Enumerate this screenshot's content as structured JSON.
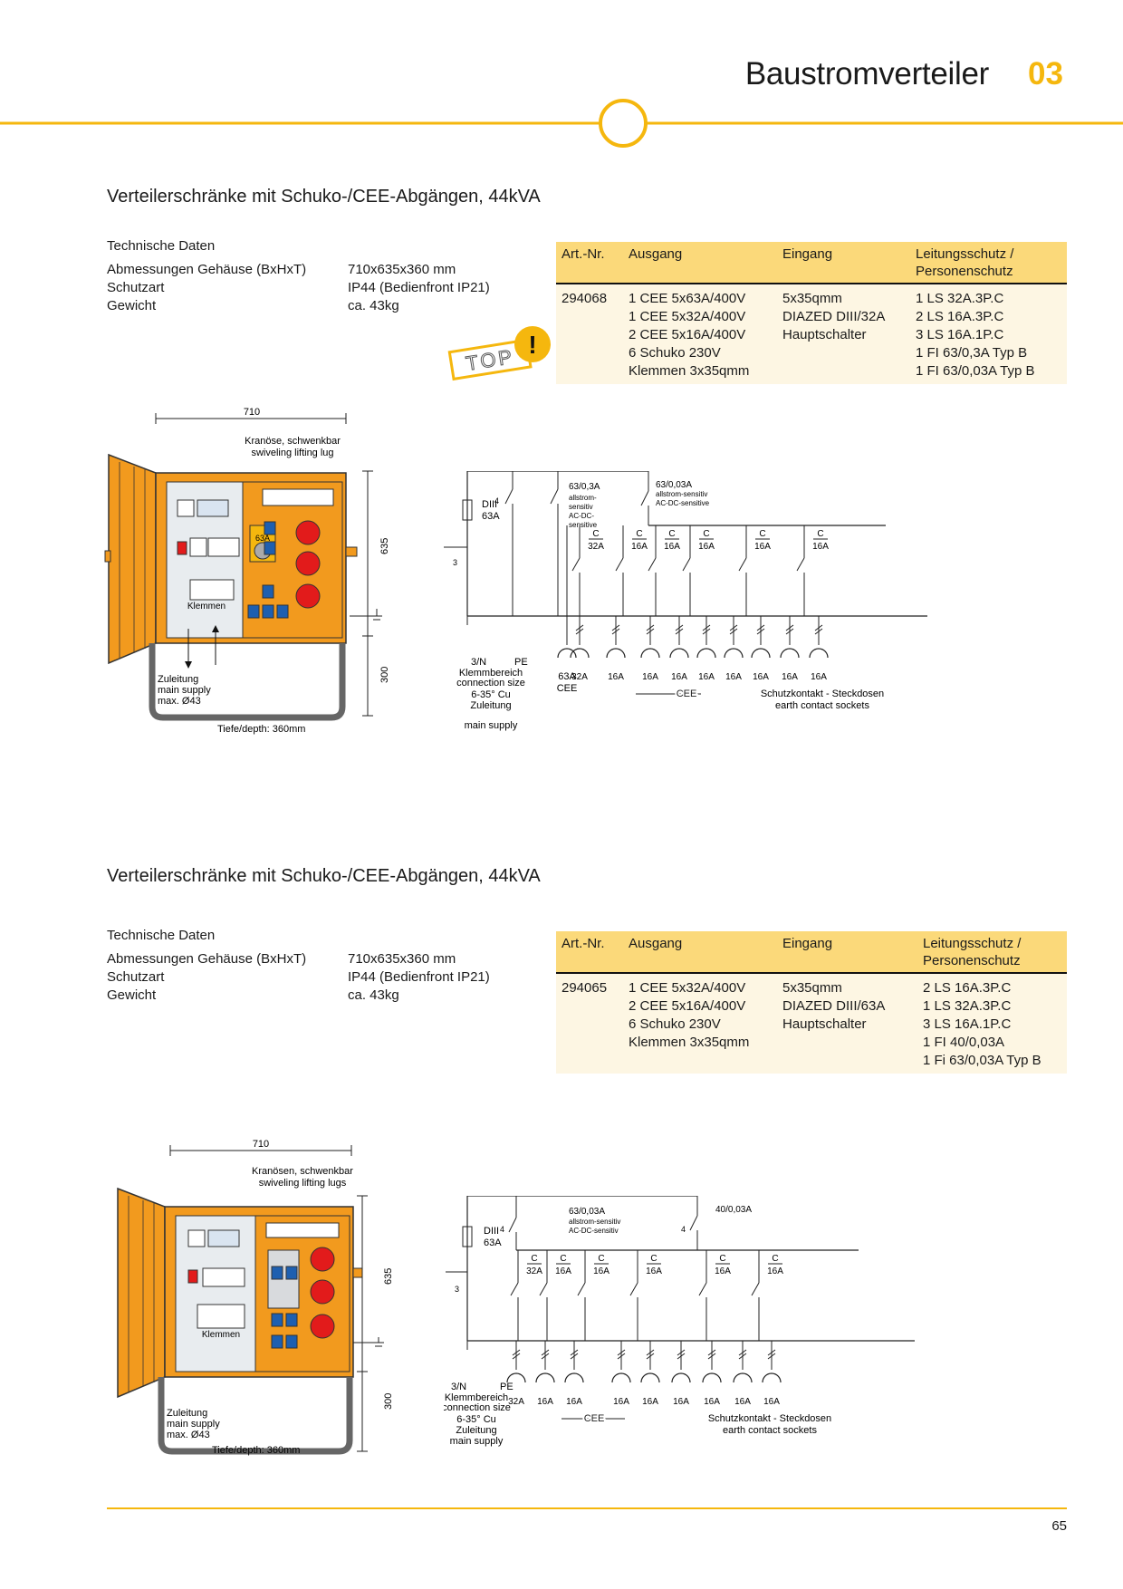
{
  "header": {
    "title": "Baustromverteiler",
    "chapter": "03"
  },
  "sections": [
    {
      "heading": "Verteilerschränke mit Schuko-/CEE-Abgängen, 44kVA",
      "tech_title": "Technische Daten",
      "specs": [
        {
          "label": "Abmessungen Gehäuse (BxHxT)",
          "value": "710x635x360 mm"
        },
        {
          "label": "Schutzart",
          "value": "IP44 (Bedienfront IP21)"
        },
        {
          "label": "Gewicht",
          "value": "ca. 43kg"
        }
      ],
      "badge": "TOP",
      "table": {
        "headers": [
          "Art.-Nr.",
          "Ausgang",
          "Eingang",
          "Leitungsschutz / Personenschutz"
        ],
        "row": {
          "art": "294068",
          "ausgang": "1 CEE 5x63A/400V\n1 CEE 5x32A/400V\n2 CEE 5x16A/400V\n6 Schuko 230V\nKlemmen 3x35qmm",
          "eingang": "5x35qmm\nDIAZED DIII/32A\nHauptschalter",
          "schutz": "1 LS 32A.3P.C\n2 LS 16A.3P.C\n3 LS 16A.1P.C\n1 FI 63/0,3A Typ B\n1 FI 63/0,03A Typ B"
        }
      },
      "drawing": {
        "width_dim": "710",
        "height_dim": "635",
        "leg_dim": "300",
        "lug": "Kranöse, schwenkbar",
        "lug_en": "swiveling lifting lug",
        "klemmen": "Klemmen",
        "fuse_label": "63A",
        "supply": [
          "Zuleitung",
          "main supply",
          "max. Ø43"
        ],
        "depth": "Tiefe/depth: 360mm"
      },
      "schematic": {
        "fuse": [
          "DIII",
          "63A"
        ],
        "rcd1": [
          "63/0,3A",
          "allstrom-",
          "sensitiv",
          "AC-DC-",
          "sensitive"
        ],
        "rcd2": [
          "63/0,03A",
          "allstrom-sensitiv",
          "AC-DC-sensitive"
        ],
        "breakers": [
          "32A",
          "16A",
          "16A",
          "16A",
          "16A",
          "16A"
        ],
        "outlets": [
          "32A",
          "16A",
          "16A",
          "16A",
          "16A",
          "16A",
          "16A",
          "16A",
          "16A"
        ],
        "main_outlet": [
          "63A",
          "CEE"
        ],
        "terminal": [
          "3/N",
          "PE",
          "Klemmbereich",
          "connection size",
          "6-35° Cu",
          "Zuleitung",
          "main supply"
        ],
        "cee": "CEE",
        "schuko": [
          "Schutzkontakt - Steckdosen",
          "earth contact sockets"
        ]
      }
    },
    {
      "heading": "Verteilerschränke mit Schuko-/CEE-Abgängen, 44kVA",
      "tech_title": "Technische Daten",
      "specs": [
        {
          "label": "Abmessungen Gehäuse (BxHxT)",
          "value": "710x635x360 mm"
        },
        {
          "label": "Schutzart",
          "value": "IP44 (Bedienfront IP21)"
        },
        {
          "label": "Gewicht",
          "value": "ca. 43kg"
        }
      ],
      "table": {
        "headers": [
          "Art.-Nr.",
          "Ausgang",
          "Eingang",
          "Leitungsschutz / Personenschutz"
        ],
        "row": {
          "art": "294065",
          "ausgang": "1 CEE 5x32A/400V\n2 CEE 5x16A/400V\n6 Schuko 230V\nKlemmen 3x35qmm",
          "eingang": "5x35qmm\nDIAZED DIII/63A\nHauptschalter",
          "schutz": "2 LS 16A.3P.C\n1 LS 32A.3P.C\n3 LS 16A.1P.C\n1 FI 40/0,03A\n1 Fi 63/0,03A Typ B"
        }
      },
      "drawing": {
        "width_dim": "710",
        "height_dim": "635",
        "leg_dim": "300",
        "lug": "Kranösen, schwenkbar",
        "lug_en": "swiveling lifting lugs",
        "klemmen": "Klemmen",
        "supply": [
          "Zuleitung",
          "main supply",
          "max. Ø43"
        ],
        "depth": "Tiefe/depth: 360mm"
      },
      "schematic": {
        "fuse": [
          "DIII",
          "63A"
        ],
        "rcd1": [
          "63/0,03A",
          "allstrom-sensitiv",
          "AC-DC-sensitiv"
        ],
        "rcd2": [
          "40/0,03A"
        ],
        "breakers": [
          "32A",
          "16A",
          "16A",
          "16A",
          "16A",
          "16A"
        ],
        "outlets": [
          "32A",
          "16A",
          "16A",
          "16A",
          "16A",
          "16A",
          "16A",
          "16A",
          "16A"
        ],
        "terminal": [
          "3/N",
          "PE",
          "Klemmbereich",
          "connection size",
          "6-35° Cu",
          "Zuleitung",
          "main supply"
        ],
        "cee": "CEE",
        "schuko": [
          "Schutzkontakt - Steckdosen",
          "earth contact sockets"
        ]
      }
    }
  ],
  "page_number": "65",
  "colors": {
    "accent": "#f5b70e",
    "cabinet": "#f29a1e",
    "table_head": "#fbd97a",
    "table_body": "#fdf6e3"
  }
}
